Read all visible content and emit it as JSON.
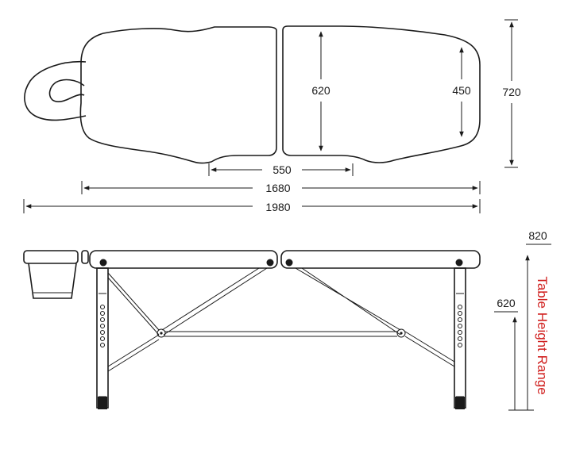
{
  "dimensions": {
    "top_length_1980": "1980",
    "top_length_1680": "1680",
    "top_width_550": "550",
    "top_width_620": "620",
    "top_width_450": "450",
    "top_width_720": "720",
    "height_max": "820",
    "height_min": "620",
    "height_range_label": "Table Height Range"
  },
  "colors": {
    "line": "#1a1a1a",
    "accent": "#d0201f"
  }
}
